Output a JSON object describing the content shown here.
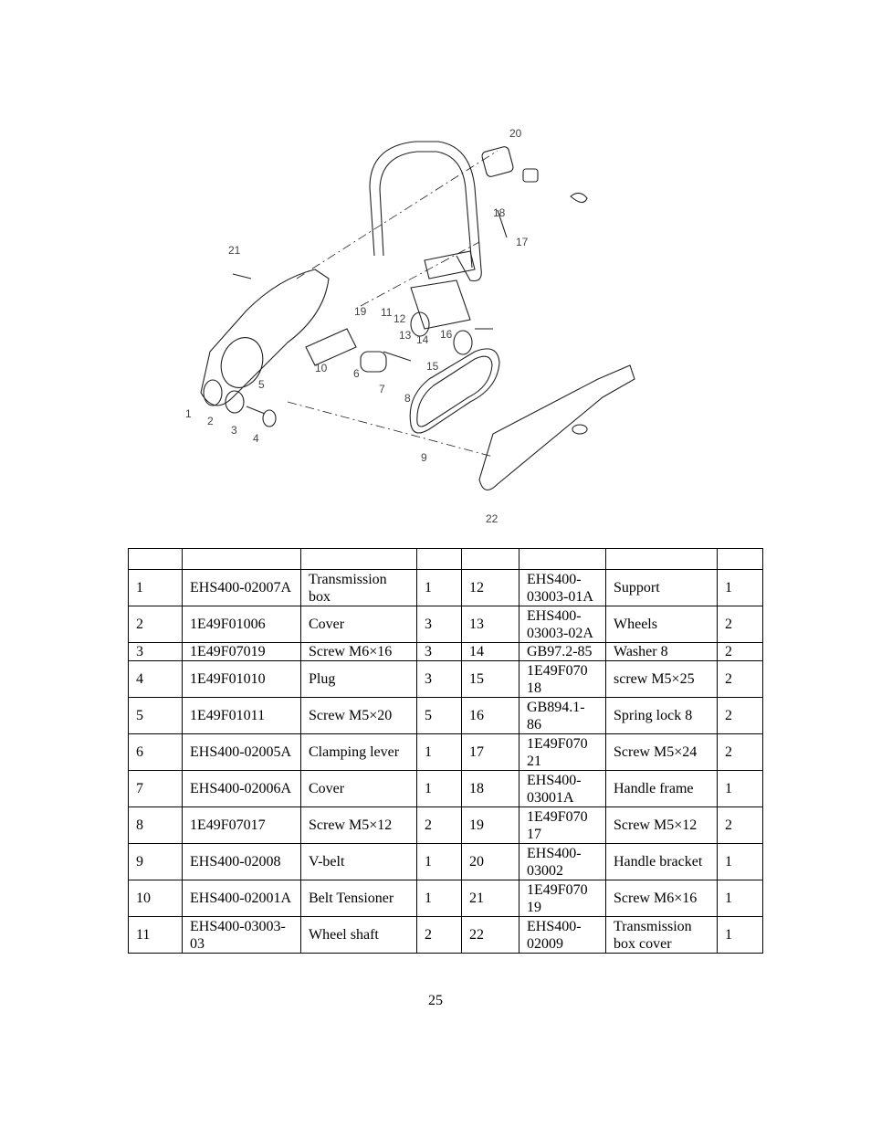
{
  "diagram": {
    "callouts": [
      "1",
      "2",
      "3",
      "4",
      "5",
      "6",
      "7",
      "8",
      "9",
      "10",
      "11",
      "12",
      "13",
      "14",
      "15",
      "16",
      "17",
      "18",
      "19",
      "20",
      "21",
      "22"
    ]
  },
  "table": {
    "header": [
      "",
      "",
      "",
      "",
      "",
      "",
      "",
      ""
    ],
    "rows": [
      [
        "1",
        "EHS400-02007A",
        "Transmission box",
        "1",
        "12",
        "EHS400-03003-01A",
        "Support",
        "1"
      ],
      [
        "2",
        "1E49F01006",
        "Cover",
        "3",
        "13",
        "EHS400-03003-02A",
        "Wheels",
        "2"
      ],
      [
        "3",
        "1E49F07019",
        "Screw M6×16",
        "3",
        "14",
        "GB97.2-85",
        "Washer 8",
        "2"
      ],
      [
        "4",
        "1E49F01010",
        "Plug",
        "3",
        "15",
        "1E49F070 18",
        "screw M5×25",
        "2"
      ],
      [
        "5",
        "1E49F01011",
        "Screw M5×20",
        "5",
        "16",
        "GB894.1-86",
        "Spring lock 8",
        "2"
      ],
      [
        "6",
        "EHS400-02005A",
        "Clamping lever",
        "1",
        "17",
        "1E49F070 21",
        "Screw M5×24",
        "2"
      ],
      [
        "7",
        "EHS400-02006A",
        "Cover",
        "1",
        "18",
        "EHS400-03001A",
        "Handle frame",
        "1"
      ],
      [
        "8",
        "1E49F07017",
        "Screw M5×12",
        "2",
        "19",
        "1E49F070 17",
        "Screw M5×12",
        "2"
      ],
      [
        "9",
        "EHS400-02008",
        "V-belt",
        "1",
        "20",
        "EHS400-03002",
        "Handle bracket",
        "1"
      ],
      [
        "10",
        "EHS400-02001A",
        "Belt Tensioner",
        "1",
        "21",
        "1E49F070 19",
        "Screw M6×16",
        "1"
      ],
      [
        "11",
        "EHS400-03003-03",
        "Wheel shaft",
        "2",
        "22",
        "EHS400-02009",
        "Transmission box cover",
        "1"
      ]
    ]
  },
  "page_number": "25"
}
